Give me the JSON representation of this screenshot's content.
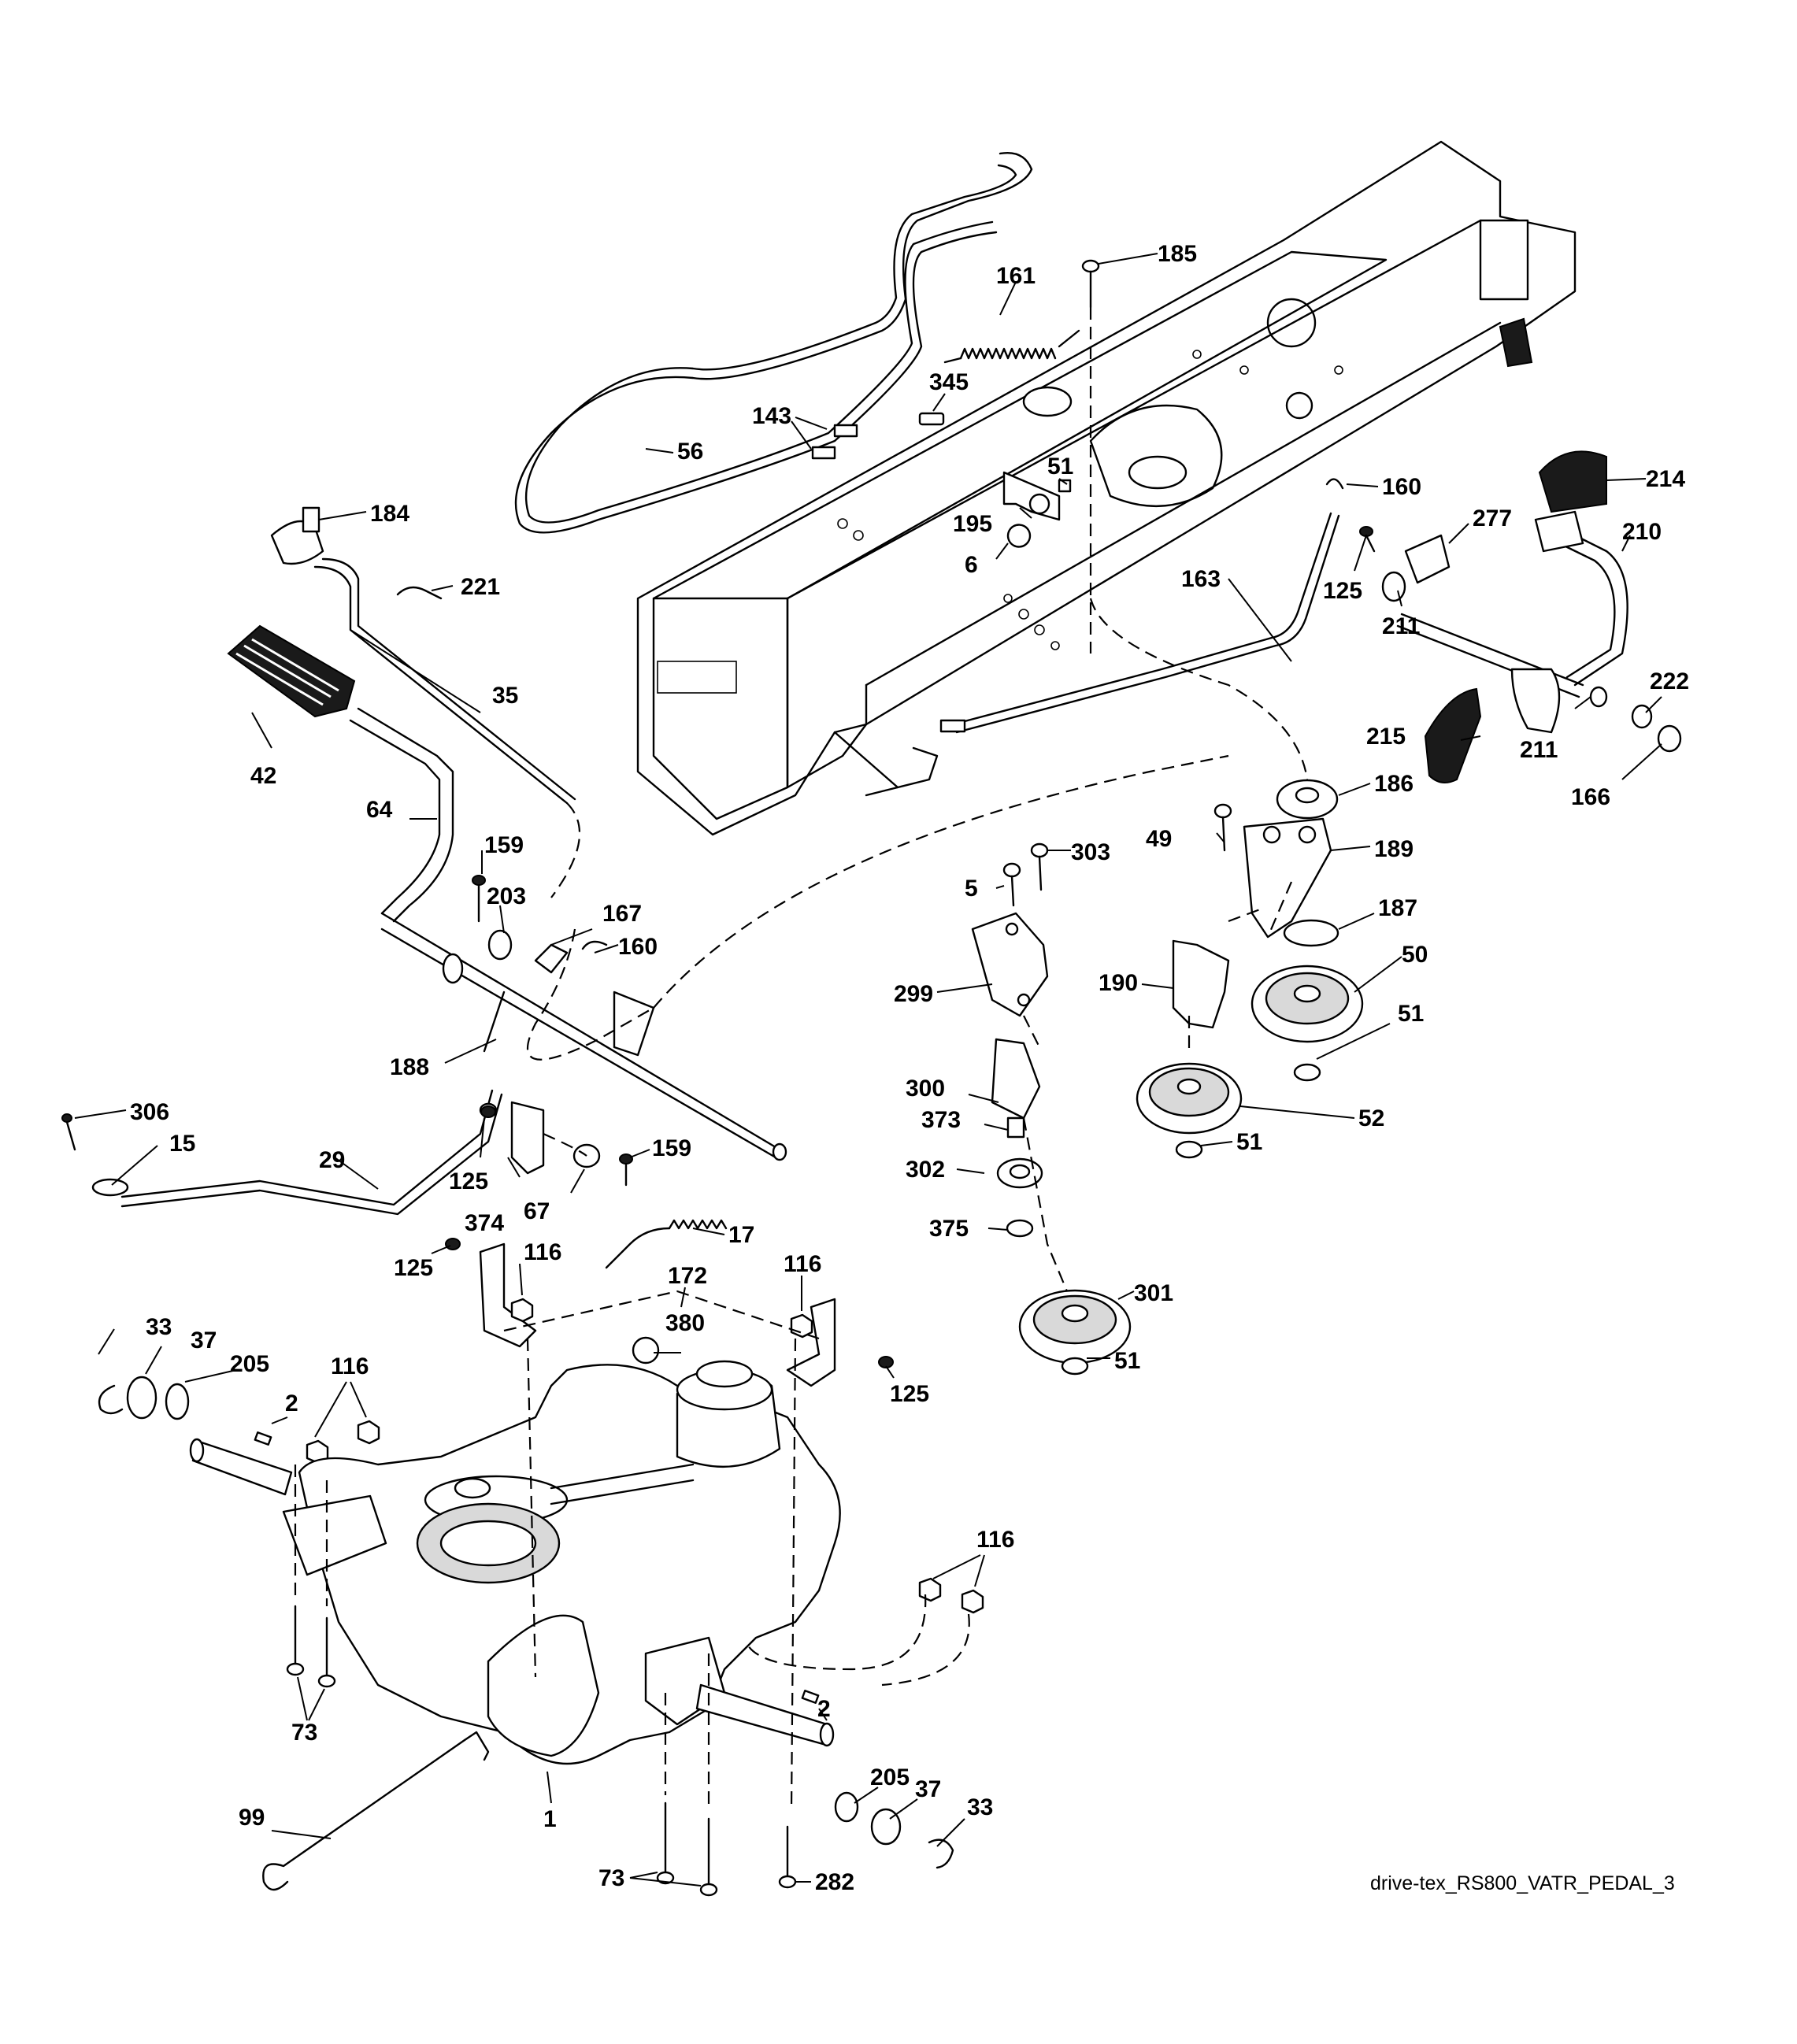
{
  "diagram": {
    "caption": "drive-tex_RS800_VATR_PEDAL_3",
    "labels": {
      "l185": "185",
      "l161": "161",
      "l345": "345",
      "l143": "143",
      "l56": "56",
      "l51a": "51",
      "l195": "195",
      "l6": "6",
      "l184": "184",
      "l221": "221",
      "l160a": "160",
      "l214": "214",
      "l277": "277",
      "l210": "210",
      "l125a": "125",
      "l163": "163",
      "l211a": "211",
      "l222": "222",
      "l211b": "211",
      "l215": "215",
      "l166": "166",
      "l186": "186",
      "l35": "35",
      "l42": "42",
      "l64": "64",
      "l159a": "159",
      "l203": "203",
      "l167": "167",
      "l160b": "160",
      "l49": "49",
      "l303": "303",
      "l189": "189",
      "l5": "5",
      "l187": "187",
      "l50": "50",
      "l299": "299",
      "l190": "190",
      "l51b": "51",
      "l188": "188",
      "l300": "300",
      "l52": "52",
      "l373": "373",
      "l51c": "51",
      "l306": "306",
      "l15": "15",
      "l29": "29",
      "l159b": "159",
      "l125b": "125",
      "l374": "374",
      "l67": "67",
      "l302": "302",
      "l375": "375",
      "l17": "17",
      "l125c": "125",
      "l116a": "116",
      "l172": "172",
      "l116b": "116",
      "l301": "301",
      "l33a": "33",
      "l37a": "37",
      "l205a": "205",
      "l116c": "116",
      "l380": "380",
      "l125d": "125",
      "l51d": "51",
      "l2a": "2",
      "l116d": "116",
      "l73a": "73",
      "l2b": "2",
      "l99": "99",
      "l205b": "205",
      "l37b": "37",
      "l33b": "33",
      "l1": "1",
      "l73b": "73",
      "l282": "282"
    }
  }
}
